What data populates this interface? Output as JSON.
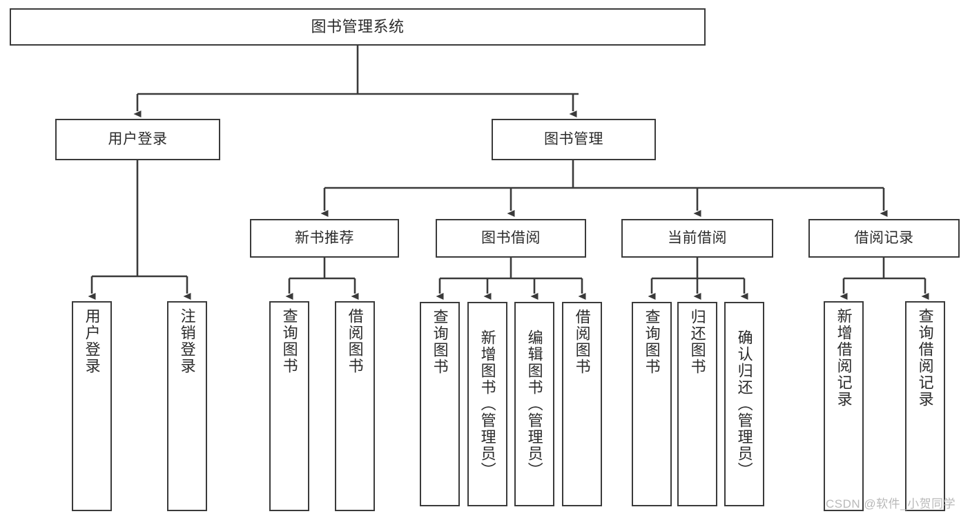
{
  "diagram": {
    "title": "图书管理系统",
    "type": "tree",
    "orientation": "top-down",
    "background_color": "#ffffff",
    "node_border_color": "#3a3a3a",
    "node_fill_color": "#ffffff",
    "edge_color": "#3a3a3a",
    "text_color": "#2b2b2b"
  },
  "nodes": {
    "root": {
      "label": "图书管理系统",
      "level": 0
    },
    "level1": [
      {
        "id": "user_login",
        "label": "用户登录",
        "level": 1
      },
      {
        "id": "book_mgmt",
        "label": "图书管理",
        "level": 1
      }
    ],
    "level2": [
      {
        "id": "new_book_rec",
        "label": "新书推荐",
        "level": 2,
        "parent": "book_mgmt"
      },
      {
        "id": "book_borrow",
        "label": "图书借阅",
        "level": 2,
        "parent": "book_mgmt"
      },
      {
        "id": "current_borrow",
        "label": "当前借阅",
        "level": 2,
        "parent": "book_mgmt"
      },
      {
        "id": "borrow_record",
        "label": "借阅记录",
        "level": 2,
        "parent": "book_mgmt"
      }
    ],
    "leaves": [
      {
        "id": "leaf_user_login",
        "label": "用户登录",
        "parent": "user_login"
      },
      {
        "id": "leaf_logout",
        "label": "注销登录",
        "parent": "user_login"
      },
      {
        "id": "leaf_query_book_1",
        "label": "查询图书",
        "parent": "new_book_rec"
      },
      {
        "id": "leaf_borrow_book_1",
        "label": "借阅图书",
        "parent": "new_book_rec"
      },
      {
        "id": "leaf_query_book_2",
        "label": "查询图书",
        "parent": "book_borrow"
      },
      {
        "id": "leaf_add_book",
        "label": "新增图书（管理员）",
        "parent": "book_borrow"
      },
      {
        "id": "leaf_edit_book",
        "label": "编辑图书（管理员）",
        "parent": "book_borrow"
      },
      {
        "id": "leaf_borrow_book_2",
        "label": "借阅图书",
        "parent": "book_borrow"
      },
      {
        "id": "leaf_query_book_3",
        "label": "查询图书",
        "parent": "current_borrow"
      },
      {
        "id": "leaf_return_book",
        "label": "归还图书",
        "parent": "current_borrow"
      },
      {
        "id": "leaf_confirm_return",
        "label": "确认归还（管理员）",
        "parent": "current_borrow"
      },
      {
        "id": "leaf_add_record",
        "label": "新增借阅记录",
        "parent": "borrow_record"
      },
      {
        "id": "leaf_query_record",
        "label": "查询借阅记录",
        "parent": "borrow_record"
      }
    ]
  },
  "watermark": {
    "text": "CSDN @软件_小贺同学"
  }
}
